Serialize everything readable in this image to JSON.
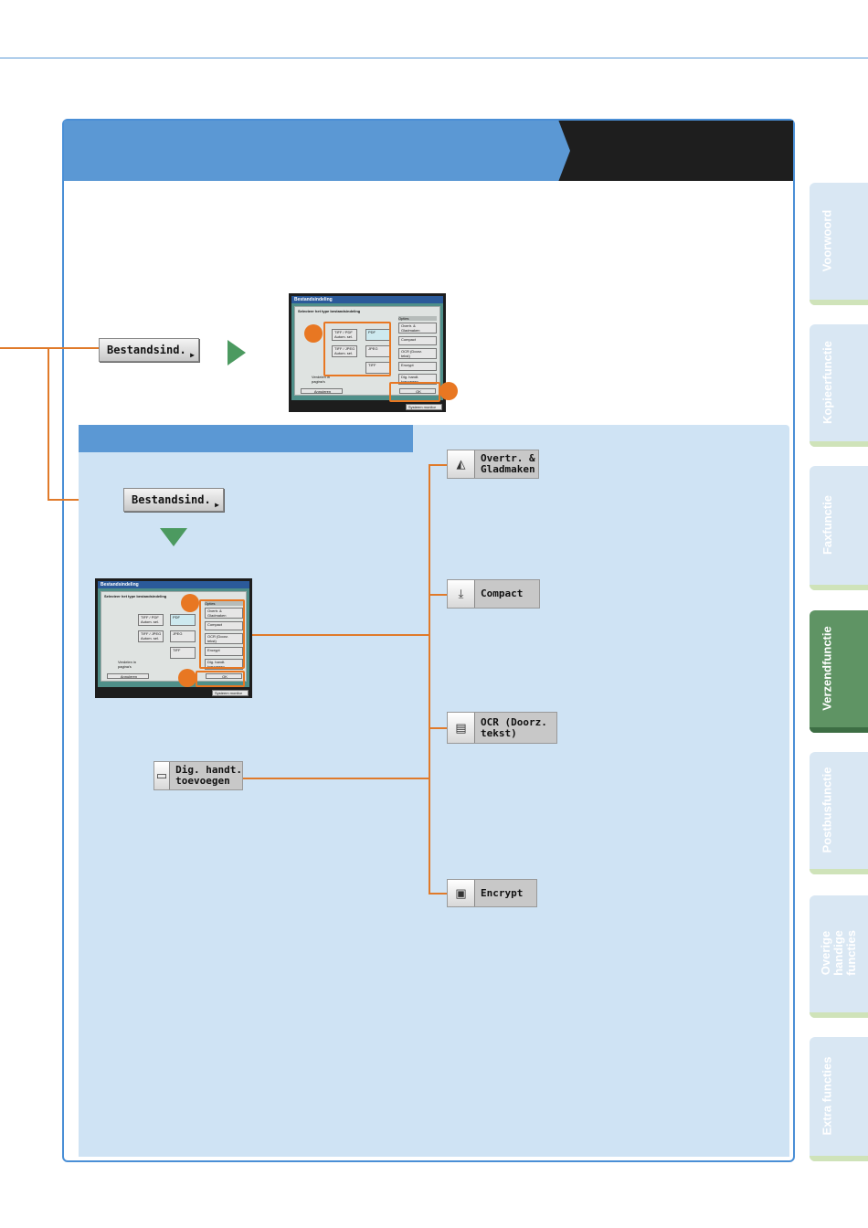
{
  "nav_tabs": [
    {
      "label": "Voorwoord",
      "active": false
    },
    {
      "label": "Kopieerfunctie",
      "active": false
    },
    {
      "label": "Faxfunctie",
      "active": false
    },
    {
      "label": "Verzendfunctie",
      "active": true
    },
    {
      "label": "Postbusfunctie",
      "active": false
    },
    {
      "label": "Overige\nhandige\nfuncties",
      "active": false
    },
    {
      "label": "Extra functies",
      "active": false
    }
  ],
  "buttons": {
    "bestandsind_top": "Bestandsind.",
    "bestandsind_panel": "Bestandsind.",
    "dig_handt": "Dig. handt.\ntoevoegen"
  },
  "features": [
    {
      "label": "Overtr. &\nGladmaken",
      "icon": "outline-smooth-icon"
    },
    {
      "label": "Compact",
      "icon": "compact-icon"
    },
    {
      "label": "OCR (Doorz.\ntekst)",
      "icon": "ocr-icon"
    },
    {
      "label": "Encrypt",
      "icon": "encrypt-icon"
    }
  ],
  "screen": {
    "title": "Bestandsindeling",
    "heading": "Selecteer het type bestandsindeling",
    "format_buttons": [
      "TIFF / PDF\nAutom. sel.",
      "TIFF / JPEG\nAutom. sel.",
      "PDF",
      "JPEG",
      "TIFF"
    ],
    "options_label": "Opties",
    "option_items": [
      "Overtr. &\nGladmaken",
      "Compact",
      "OCR (Doorz.\ntekst)",
      "Encrypt",
      "Dig. handt.\ntoevoegen"
    ],
    "split_label": "Verdelen in\npagina's",
    "cancel": "Annuleren",
    "ok": "OK",
    "monitor": "Systeem monitor"
  },
  "colors": {
    "accent_orange": "#e87722",
    "header_blue": "#5b98d4",
    "panel_blue": "#cfe3f4",
    "arrow_green": "#4c9a60",
    "active_tab_green": "#5f9464"
  }
}
